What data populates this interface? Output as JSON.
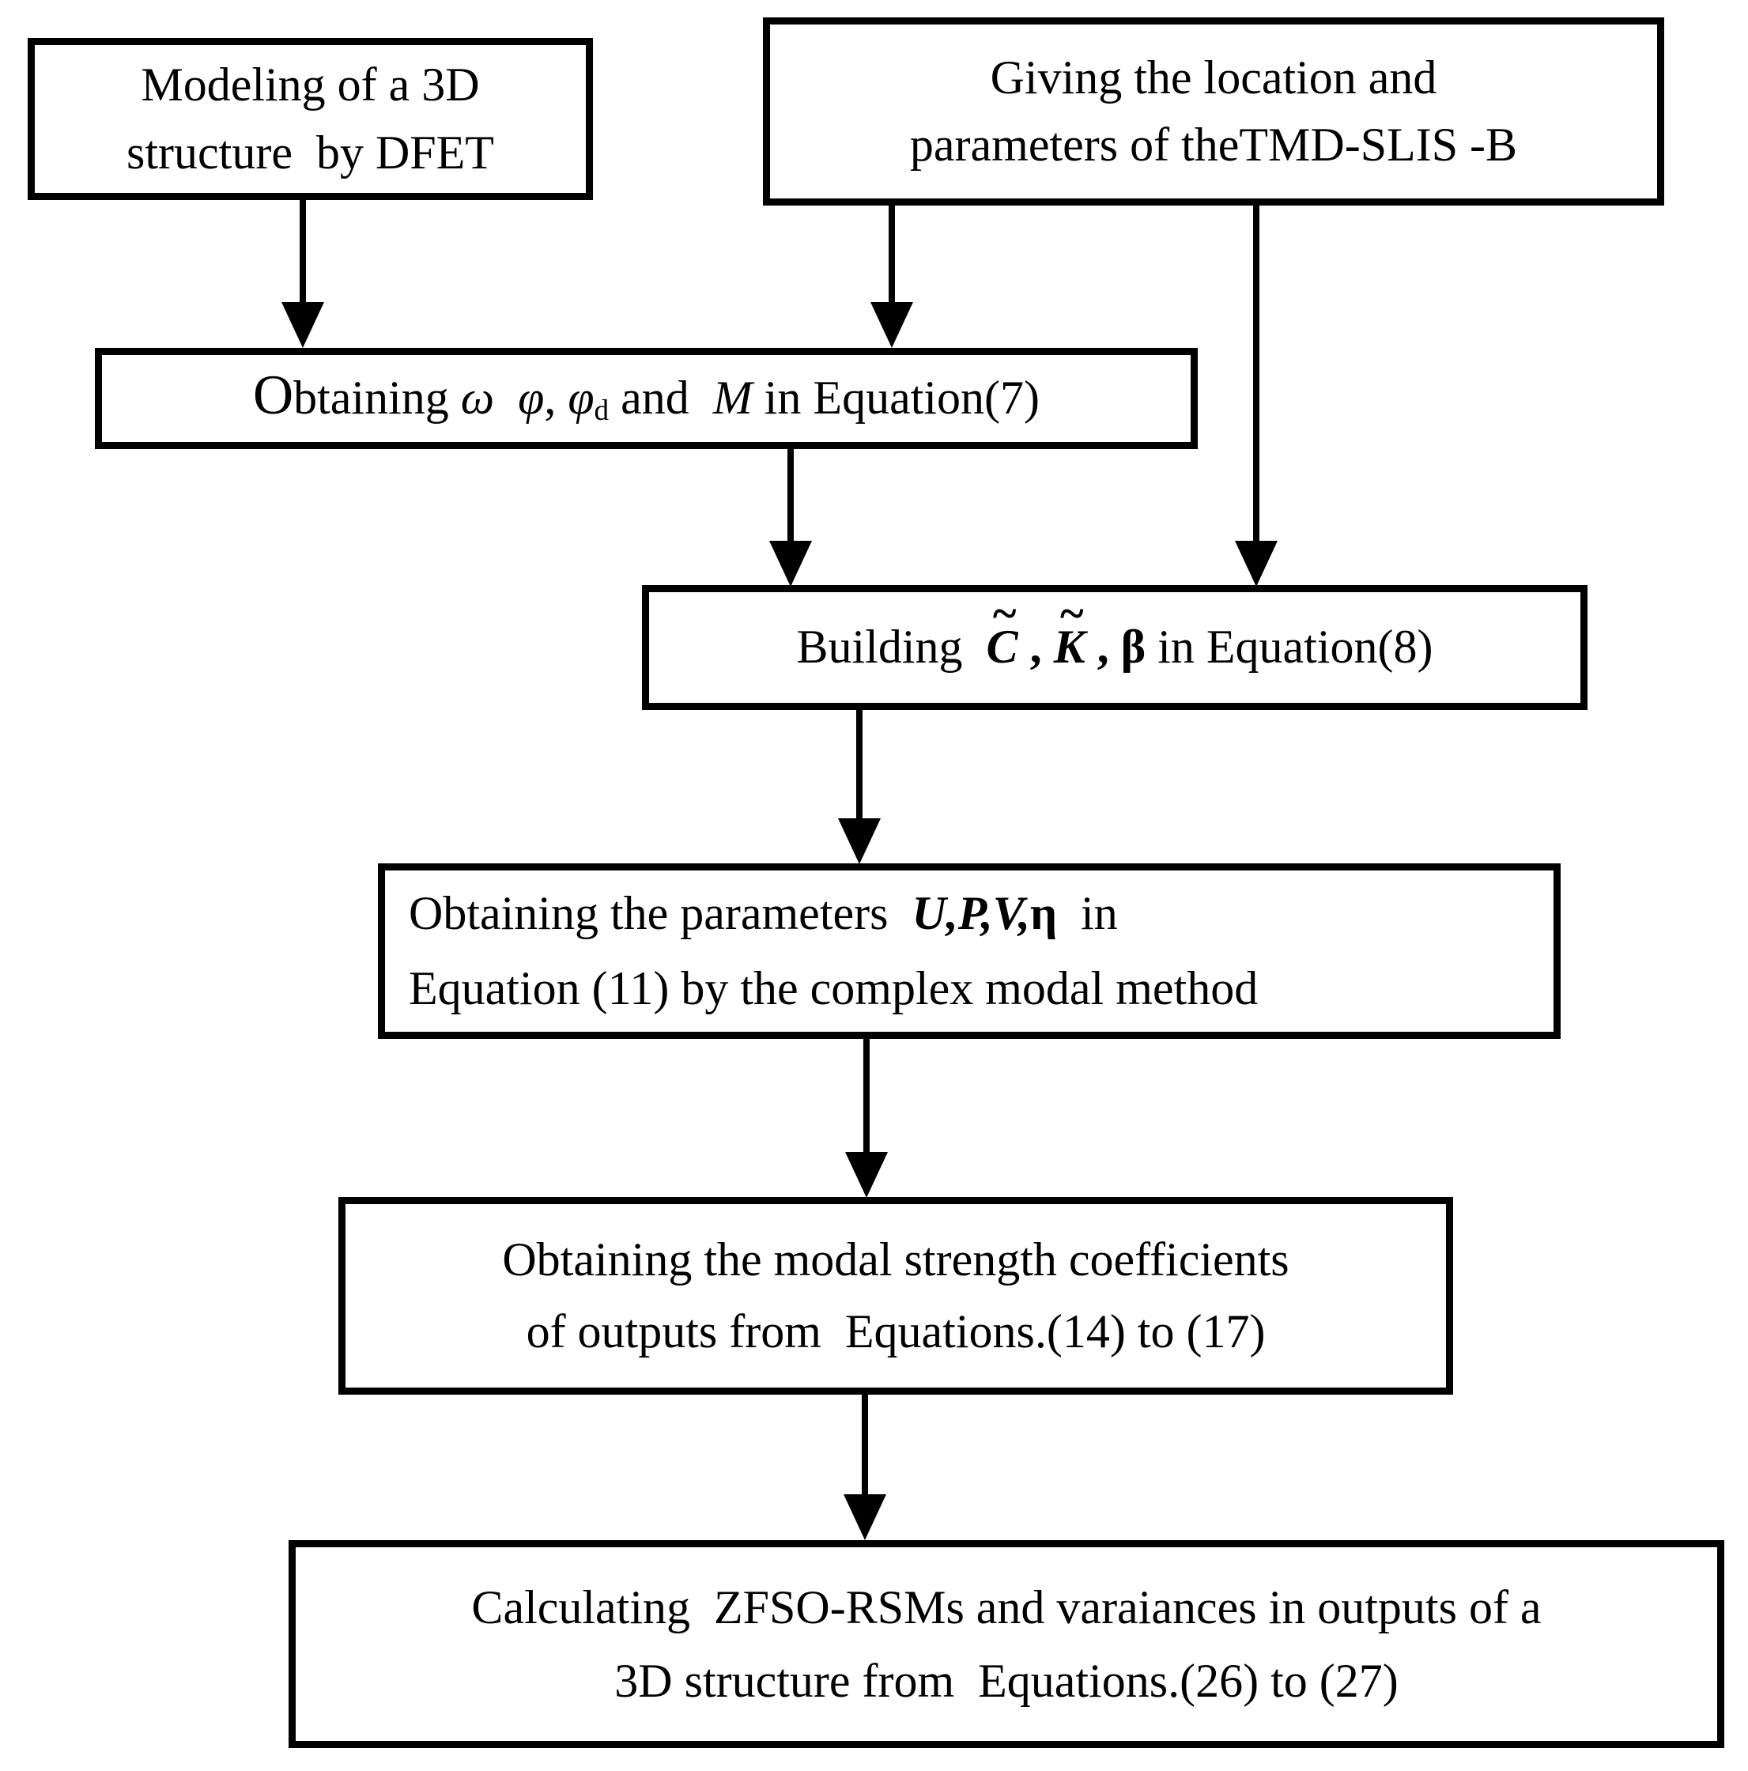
{
  "canvas": {
    "background": "#ffffff",
    "ink": "#000000"
  },
  "boxes": {
    "modeling": {
      "line1": "Modeling of a 3D",
      "line2": "structure  by DFET"
    },
    "giving": {
      "line1": "Giving the location and",
      "line2": "parameters of theTMD-SLIS -B"
    },
    "obtain_modal": {
      "o_big": "O",
      "o_rest": "btaining ",
      "omega": "ω",
      "gap1": "  ",
      "phi1": "φ",
      "comma": ", ",
      "phi2": "φ",
      "sub_d": "d",
      "and": " and  ",
      "m": "M",
      "tail": " in Equation(7)"
    },
    "building": {
      "prefix": "Building  ",
      "c": "C",
      "tilde": "~",
      "comma1": " , ",
      "k": "K",
      "comma2": " , ",
      "beta": "β",
      "tail": " in Equation(8)"
    },
    "parameters": {
      "line1_prefix": "Obtaining the parameters  ",
      "upv": "U,P,V,",
      "eta": "η",
      "line1_tail": "  in",
      "line2": "Equation (11) by the complex modal method"
    },
    "coefficients": {
      "line1": "Obtaining the modal strength coefficients",
      "line2": "of outputs from  Equations.(14) to (17)"
    },
    "calculating": {
      "line1": "Calculating  ZFSO-RSMs and varaiances in outputs of a",
      "line2": "3D structure from  Equations.(26) to (27)"
    }
  }
}
